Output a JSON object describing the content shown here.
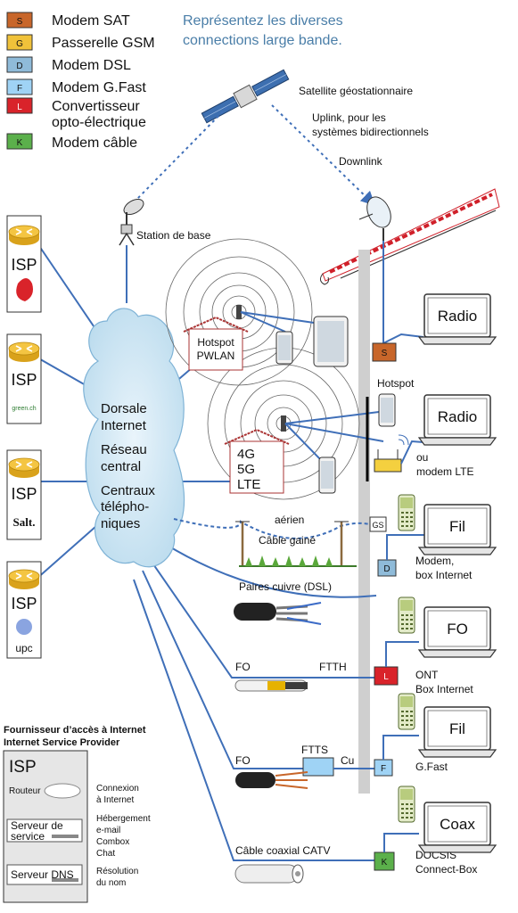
{
  "title": [
    "Représentez les diverses",
    "connections large bande."
  ],
  "legend": [
    {
      "code": "S",
      "label": "Modem SAT",
      "color": "#c8662a"
    },
    {
      "code": "G",
      "label": "Passerelle GSM",
      "color": "#f0c23a"
    },
    {
      "code": "D",
      "label": "Modem DSL",
      "color": "#8fbbd9"
    },
    {
      "code": "F",
      "label": "Modem G.Fast",
      "color": "#9fd3f5"
    },
    {
      "code": "L",
      "label": "Convertisseur",
      "label2": "opto-électrique",
      "color": "#d9232a"
    },
    {
      "code": "K",
      "label": "Modem câble",
      "color": "#5bb04b"
    }
  ],
  "satellite": {
    "label": "Satellite géostationnaire",
    "uplink": [
      "Uplink, pour les",
      "systèmes bidirectionnels"
    ],
    "downlink": "Downlink"
  },
  "base_station": "Station de base",
  "isps": [
    {
      "label": "ISP",
      "brand": ""
    },
    {
      "label": "ISP",
      "brand": "green.ch"
    },
    {
      "label": "ISP",
      "brand": "Salt."
    },
    {
      "label": "ISP",
      "brand": "upc"
    }
  ],
  "cloud": [
    "Dorsale",
    "Internet",
    "Réseau",
    "central",
    "Centraux",
    "télépho-",
    "niques"
  ],
  "hotspot_pwlan": [
    "Hotspot",
    "PWLAN"
  ],
  "cell": [
    "4G",
    "5G",
    "LTE"
  ],
  "hotspot": "Hotspot",
  "lte_modem": [
    "ou",
    "modem LTE"
  ],
  "aerial": "aérien",
  "cable_sheathed": "Câble gainé",
  "copper_pairs": "Paires cuivre (DSL)",
  "gs_box": "GS",
  "dsl_modem": [
    "Modem,",
    "box Internet"
  ],
  "fo1": "FO",
  "ftth": "FTTH",
  "ont": [
    "ONT",
    "Box Internet"
  ],
  "fo2": "FO",
  "ftts": "FTTS",
  "cu": "Cu",
  "gfast": "G.Fast",
  "catv": "Câble coaxial CATV",
  "docsis": [
    "DOCSIS",
    "Connect-Box"
  ],
  "laptops": [
    "Radio",
    "Radio",
    "Fil",
    "FO",
    "Fil",
    "Coax"
  ],
  "provider_box": {
    "title": [
      "Fournisseur d’accès à Internet",
      "Internet Service Provider"
    ],
    "isp": "ISP",
    "router": "Routeur",
    "router_desc": [
      "Connexion",
      "à Internet"
    ],
    "server": [
      "Serveur de",
      "service"
    ],
    "server_desc": [
      "Hébergement",
      "e-mail",
      "Combox",
      "Chat"
    ],
    "dns": "Serveur DNS",
    "dns_desc": [
      "Résolution",
      "du nom"
    ]
  }
}
